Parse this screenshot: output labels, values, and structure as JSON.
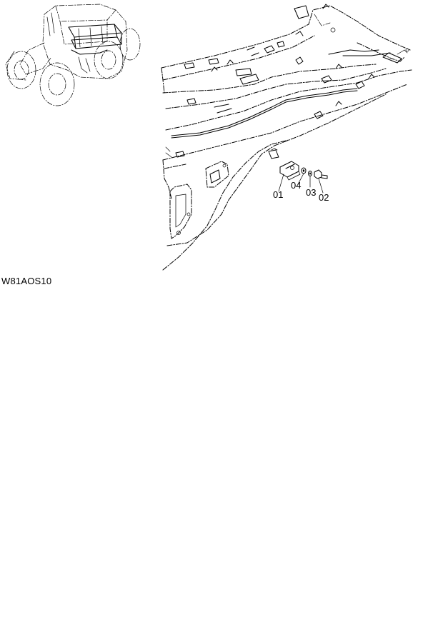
{
  "callouts": {
    "p01": "01",
    "p02": "02",
    "p03": "03",
    "p04": "04"
  },
  "drawing_code": "W81AOS10",
  "icons": {
    "machine_overview": "wheel-loader-overview-icon"
  },
  "colors": {
    "line": "#000000",
    "background": "#ffffff"
  }
}
